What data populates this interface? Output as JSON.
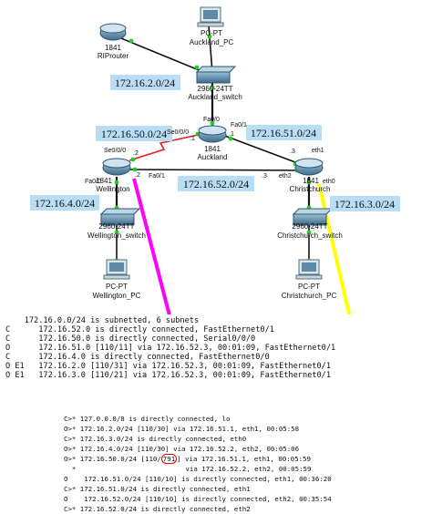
{
  "devices": {
    "riprouter": {
      "model": "1841",
      "name": "RIProuter"
    },
    "auckland_pc": {
      "model": "PC-PT",
      "name": "Auckland_PC"
    },
    "auckland_switch": {
      "model": "2960-24TT",
      "name": "Auckland_switch"
    },
    "auckland": {
      "model": "1841",
      "name": "Auckland"
    },
    "wellington": {
      "model": "1841",
      "name": "Wellington"
    },
    "christchurch": {
      "model": "1841",
      "name": "Christchurch"
    },
    "wellington_switch": {
      "model": "2960-24TT",
      "name": "Wellington_switch"
    },
    "christchurch_switch": {
      "model": "2960-24TT",
      "name": "Christchurch_switch"
    },
    "wellington_pc": {
      "model": "PC-PT",
      "name": "Wellington_PC"
    },
    "christchurch_pc": {
      "model": "PC-PT",
      "name": "Christchurch_PC"
    }
  },
  "networks": {
    "auckland_lan": "172.16.2.0/24",
    "serial_link": "172.16.50.0/24",
    "auck_chch_link": "172.16.51.0/24",
    "well_chch_link": "172.16.52.0/24",
    "wellington_lan": "172.16.4.0/24",
    "christchurch_lan": "172.16.3.0/24"
  },
  "interfaces": {
    "auck_fa00": "Fa0/0",
    "auck_se": "Se0/0/0",
    "auck_fa01": "Fa0/1",
    "auck_dot1_a": ".1",
    "auck_dot1_b": ".1",
    "well_se": "Se0/0/0",
    "well_dot2_serial": ".2",
    "well_fa00": "Fa0/0",
    "well_fa01": "Fa0/1",
    "well_dot2_fa": ".2",
    "chch_eth1": "eth1",
    "chch_dot3_top": ".3",
    "chch_eth2": "eth2",
    "chch_dot3_left": ".3",
    "chch_eth0": "eth0"
  },
  "routing_table_cisco": [
    "    172.16.0.0/24 is subnetted, 6 subnets",
    "C      172.16.52.0 is directly connected, FastEthernet0/1",
    "C      172.16.50.0 is directly connected, Serial0/0/0",
    "O      172.16.51.0 [110/11] via 172.16.52.3, 00:01:09, FastEthernet0/1",
    "C      172.16.4.0 is directly connected, FastEthernet0/0",
    "O E1   172.16.2.0 [110/31] via 172.16.52.3, 00:01:09, FastEthernet0/1",
    "O E1   172.16.3.0 [110/21] via 172.16.52.3, 00:01:09, FastEthernet0/1"
  ],
  "routing_table_quagga": [
    {
      "text": "C>* 127.0.0.0/8 is directly connected, lo"
    },
    {
      "text": "O>* 172.16.2.0/24 [110/30] via 172.16.51.1, eth1, 00:05:58"
    },
    {
      "text": "C>* 172.16.3.0/24 is directly connected, eth0"
    },
    {
      "text": "O>* 172.16.4.0/24 [110/30] via 172.16.52.2, eth2, 00:05:06"
    },
    {
      "pre": "O>* 172.16.50.0/24 [110/",
      "hl": "791",
      "post": "] via 172.16.51.1, eth1, 00:05:59"
    },
    {
      "text": "  *                           via 172.16.52.2, eth2, 00:05:59"
    },
    {
      "text": "O    172.16.51.0/24 [110/10] is directly connected, eth1, 00:36:20"
    },
    {
      "text": "C>* 172.16.51.0/24 is directly connected, eth1"
    },
    {
      "text": "O    172.16.52.0/24 [110/10] is directly connected, eth2, 00:35:54"
    },
    {
      "text": "C>* 172.16.52.0/24 is directly connected, eth2"
    }
  ],
  "colors": {
    "serial_link": "#e02020",
    "cable": "#111111",
    "link_dot": "#22cc22",
    "annotation_magenta": "#ff00ff",
    "annotation_yellow": "#ffff00",
    "netbox_fill": "#b8ddf5",
    "highlight_circle": "#e00000"
  }
}
